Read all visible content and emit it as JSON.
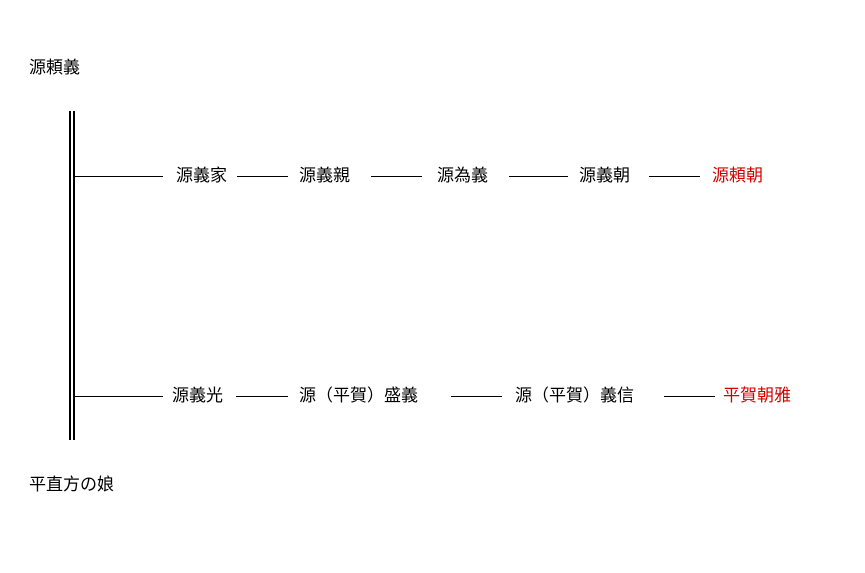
{
  "colors": {
    "text": "#000000",
    "highlight": "#d40000"
  },
  "parents": {
    "father": "源頼義",
    "mother": "平直方の娘"
  },
  "branches": [
    {
      "people": [
        {
          "name": "源義家",
          "highlight": false
        },
        {
          "name": "源義親",
          "highlight": false
        },
        {
          "name": "源為義",
          "highlight": false
        },
        {
          "name": "源義朝",
          "highlight": false
        },
        {
          "name": "源頼朝",
          "highlight": true
        }
      ]
    },
    {
      "people": [
        {
          "name": "源義光",
          "highlight": false
        },
        {
          "name": "源（平賀）盛義",
          "highlight": false
        },
        {
          "name": "源（平賀）義信",
          "highlight": false
        },
        {
          "name": "平賀朝雅",
          "highlight": true
        }
      ]
    }
  ]
}
